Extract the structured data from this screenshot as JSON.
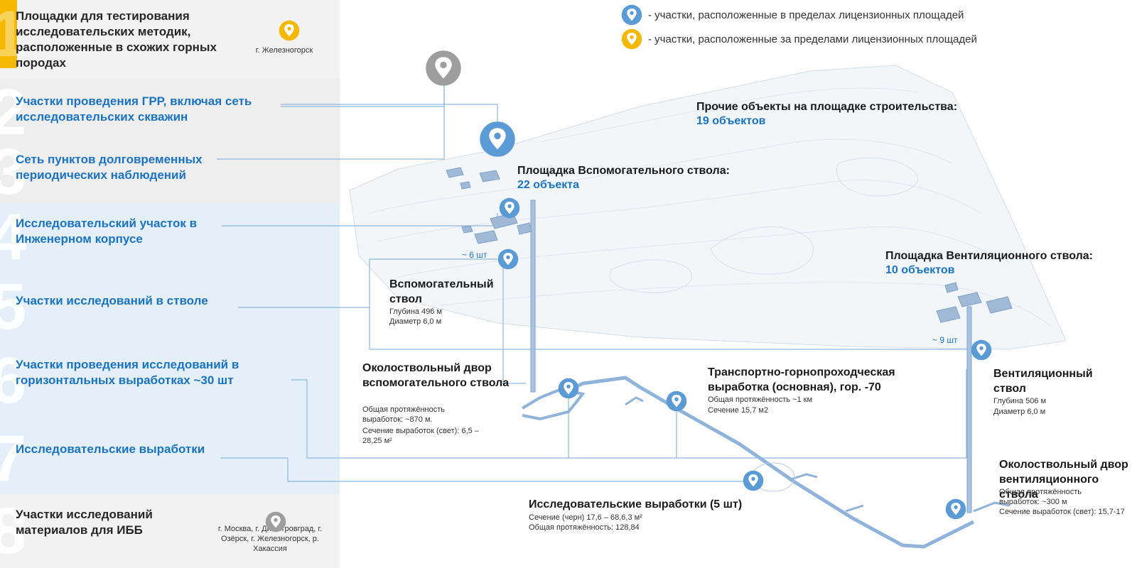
{
  "legend": {
    "inside": "- участки, расположенные в пределах лицензионных площадей",
    "outside": "- участки, расположенные за пределами лицензионных площадей"
  },
  "left_items": [
    {
      "num": "1",
      "text": "Площадки для тестирования исследовательских методик, расположенные в схожих горных породах"
    },
    {
      "num": "2",
      "text": "Участки проведения ГРР, включая сеть исследовательских скважин"
    },
    {
      "num": "3",
      "text": "Сеть пунктов долговременных периодических наблюдений"
    },
    {
      "num": "4",
      "text": "Исследовательский участок в Инженерном корпусе"
    },
    {
      "num": "5",
      "text": "Участки исследований в стволе"
    },
    {
      "num": "6",
      "text": "Участки проведения исследований в горизонтальных выработках ~30 шт"
    },
    {
      "num": "7",
      "text": "Исследовательские выработки"
    },
    {
      "num": "8",
      "text": "Участки исследований материалов для ИББ"
    }
  ],
  "pin_labels": {
    "zheleznogorsk": "г. Железногорск",
    "cities": "г. Москва, г. Димитровград, г. Озёрск, г. Железногорск, р. Хакассия"
  },
  "sites": {
    "other": {
      "title": "Прочие объекты на площадке строительства:",
      "count": "19 объектов"
    },
    "aux": {
      "title": "Площадка Вспомогательного ствола:",
      "count": "22 объекта"
    },
    "vent": {
      "title": "Площадка Вентиляционного ствола:",
      "count": "10 объектов"
    }
  },
  "counts": {
    "aux_shaft": "~ 6 шт",
    "vent_shaft": "~ 9 шт"
  },
  "objects": {
    "aux_shaft": {
      "title": "Вспомогательный ствол",
      "d1": "Глубина 496 м",
      "d2": "Диаметр 6,0 м"
    },
    "aux_yard": {
      "title": "Околоствольный двор вспомогательного ствола",
      "d1": "Общая протяжённость выработок: ~870 м.",
      "d2": "Сечение выработок (свет): 6,5 – 28,25 м²"
    },
    "transport": {
      "title": "Транспортно-горнопроходческая выработка (основная), гор. -70",
      "d1": "Общая протяжённость ~1 км",
      "d2": "Сечение 15,7 м2"
    },
    "vent_shaft": {
      "title": "Вентиляционный ствол",
      "d1": "Глубина 506 м",
      "d2": "Диаметр 6,0 м"
    },
    "vent_yard": {
      "title": "Околоствольный двор вентиляционного ствола",
      "d1": "Общая протяжённость выработок: ~300 м",
      "d2": "Сечение выработок (свет): 15,7-17"
    },
    "research": {
      "title": "Исследовательские выработки (5 шт)",
      "d1": "Сечение (черн) 17,6 – 68,6,3 м²",
      "d2": "Общая протяжённость: 128,84"
    }
  },
  "colors": {
    "blue_pin": "#5b9bd5",
    "yellow_pin": "#f5b800",
    "grey_pin": "#9e9e9e",
    "accent_blue": "#1a73c0"
  }
}
